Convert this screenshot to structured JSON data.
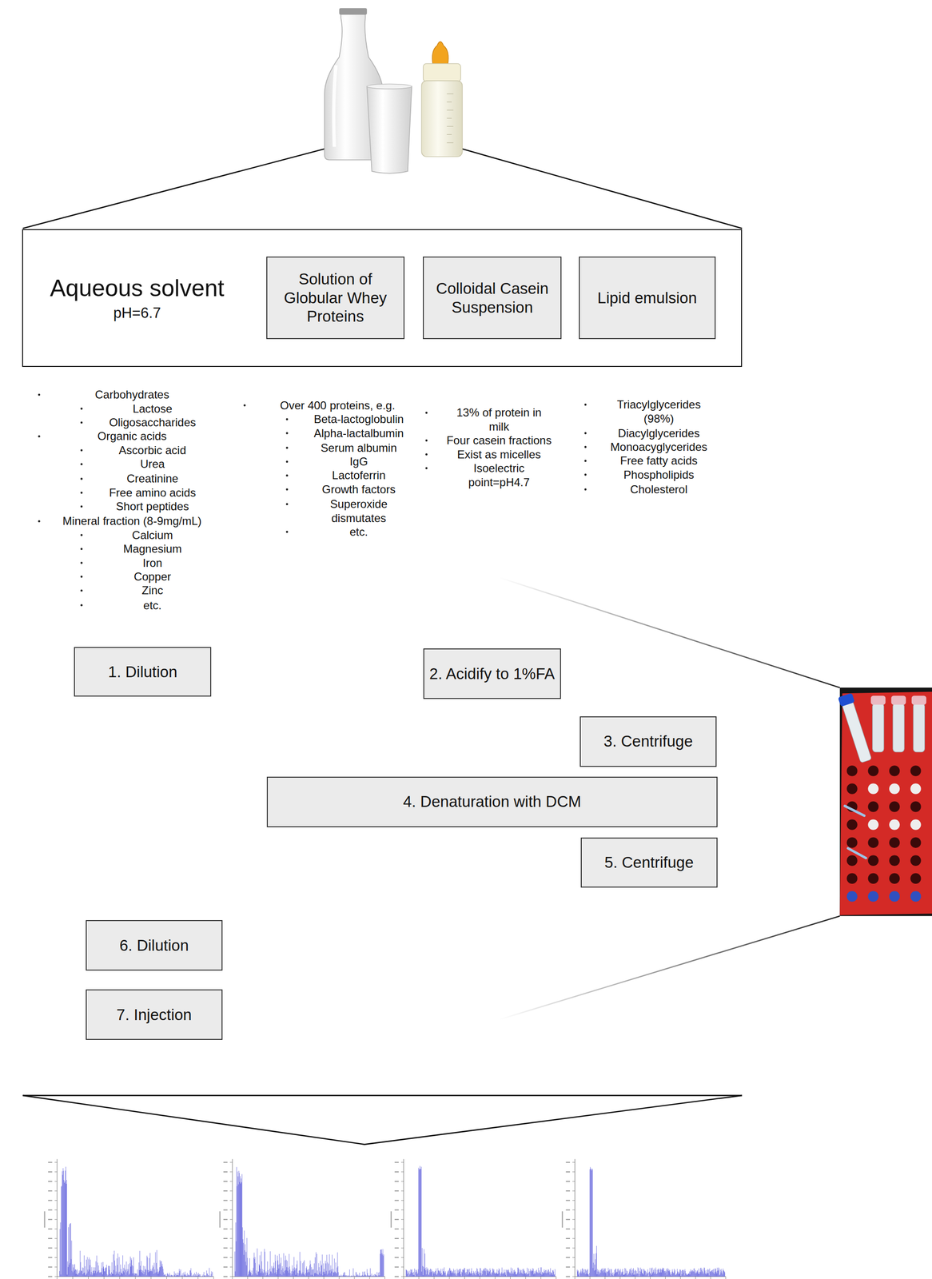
{
  "diagram": {
    "nodes": [
      {
        "text": [
          "Aqueous solvent",
          "pH=6.7"
        ]
      },
      {
        "text": [
          "Solution of Globular Whey Proteins"
        ],
        "in": 0
      },
      {
        "text": [
          "Colloidal Casein Suspension"
        ],
        "in": 0
      },
      {
        "text": [
          "Lipid emulsion"
        ],
        "in": 0
      },
      {
        "text": [
          "1. Dilution"
        ]
      },
      {
        "text": [
          "2. Acidify to 1%FA"
        ]
      },
      {
        "text": [
          "3. Centrifuge"
        ]
      },
      {
        "text": [
          "4. Denaturation with DCM"
        ]
      },
      {
        "text": [
          "5. Centrifuge"
        ]
      },
      {
        "text": [
          "6. Dilution"
        ]
      },
      {
        "text": [
          "7. Injection"
        ]
      }
    ],
    "labels": [
      "Carbohydrates",
      "Lactose",
      "Oligosaccharides",
      "Organic acids",
      "Ascorbic acid",
      "Urea",
      "Creatinine",
      "Free amino acids",
      "Short peptides",
      "Mineral fraction (8-9mg/mL)",
      "Calcium",
      "Magnesium",
      "Iron",
      "Copper",
      "Zinc",
      "etc.",
      "Over 400 proteins, e.g.",
      "Beta-lactoglobulin",
      "Alpha-lactalbumin",
      "Serum albumin",
      "IgG",
      "Lactoferrin",
      "Growth factors",
      "Superoxide dismutates",
      "etc.",
      "13% of protein in milk",
      "Four casein fractions",
      "Exist as micelles",
      "Isoelectric point=pH4.7",
      "Triacylglycerides (98%)",
      "Diacylglycerides",
      "Monoacyglycerides",
      "Free fatty acids",
      "Phospholipids",
      "Cholesterol"
    ]
  }
}
